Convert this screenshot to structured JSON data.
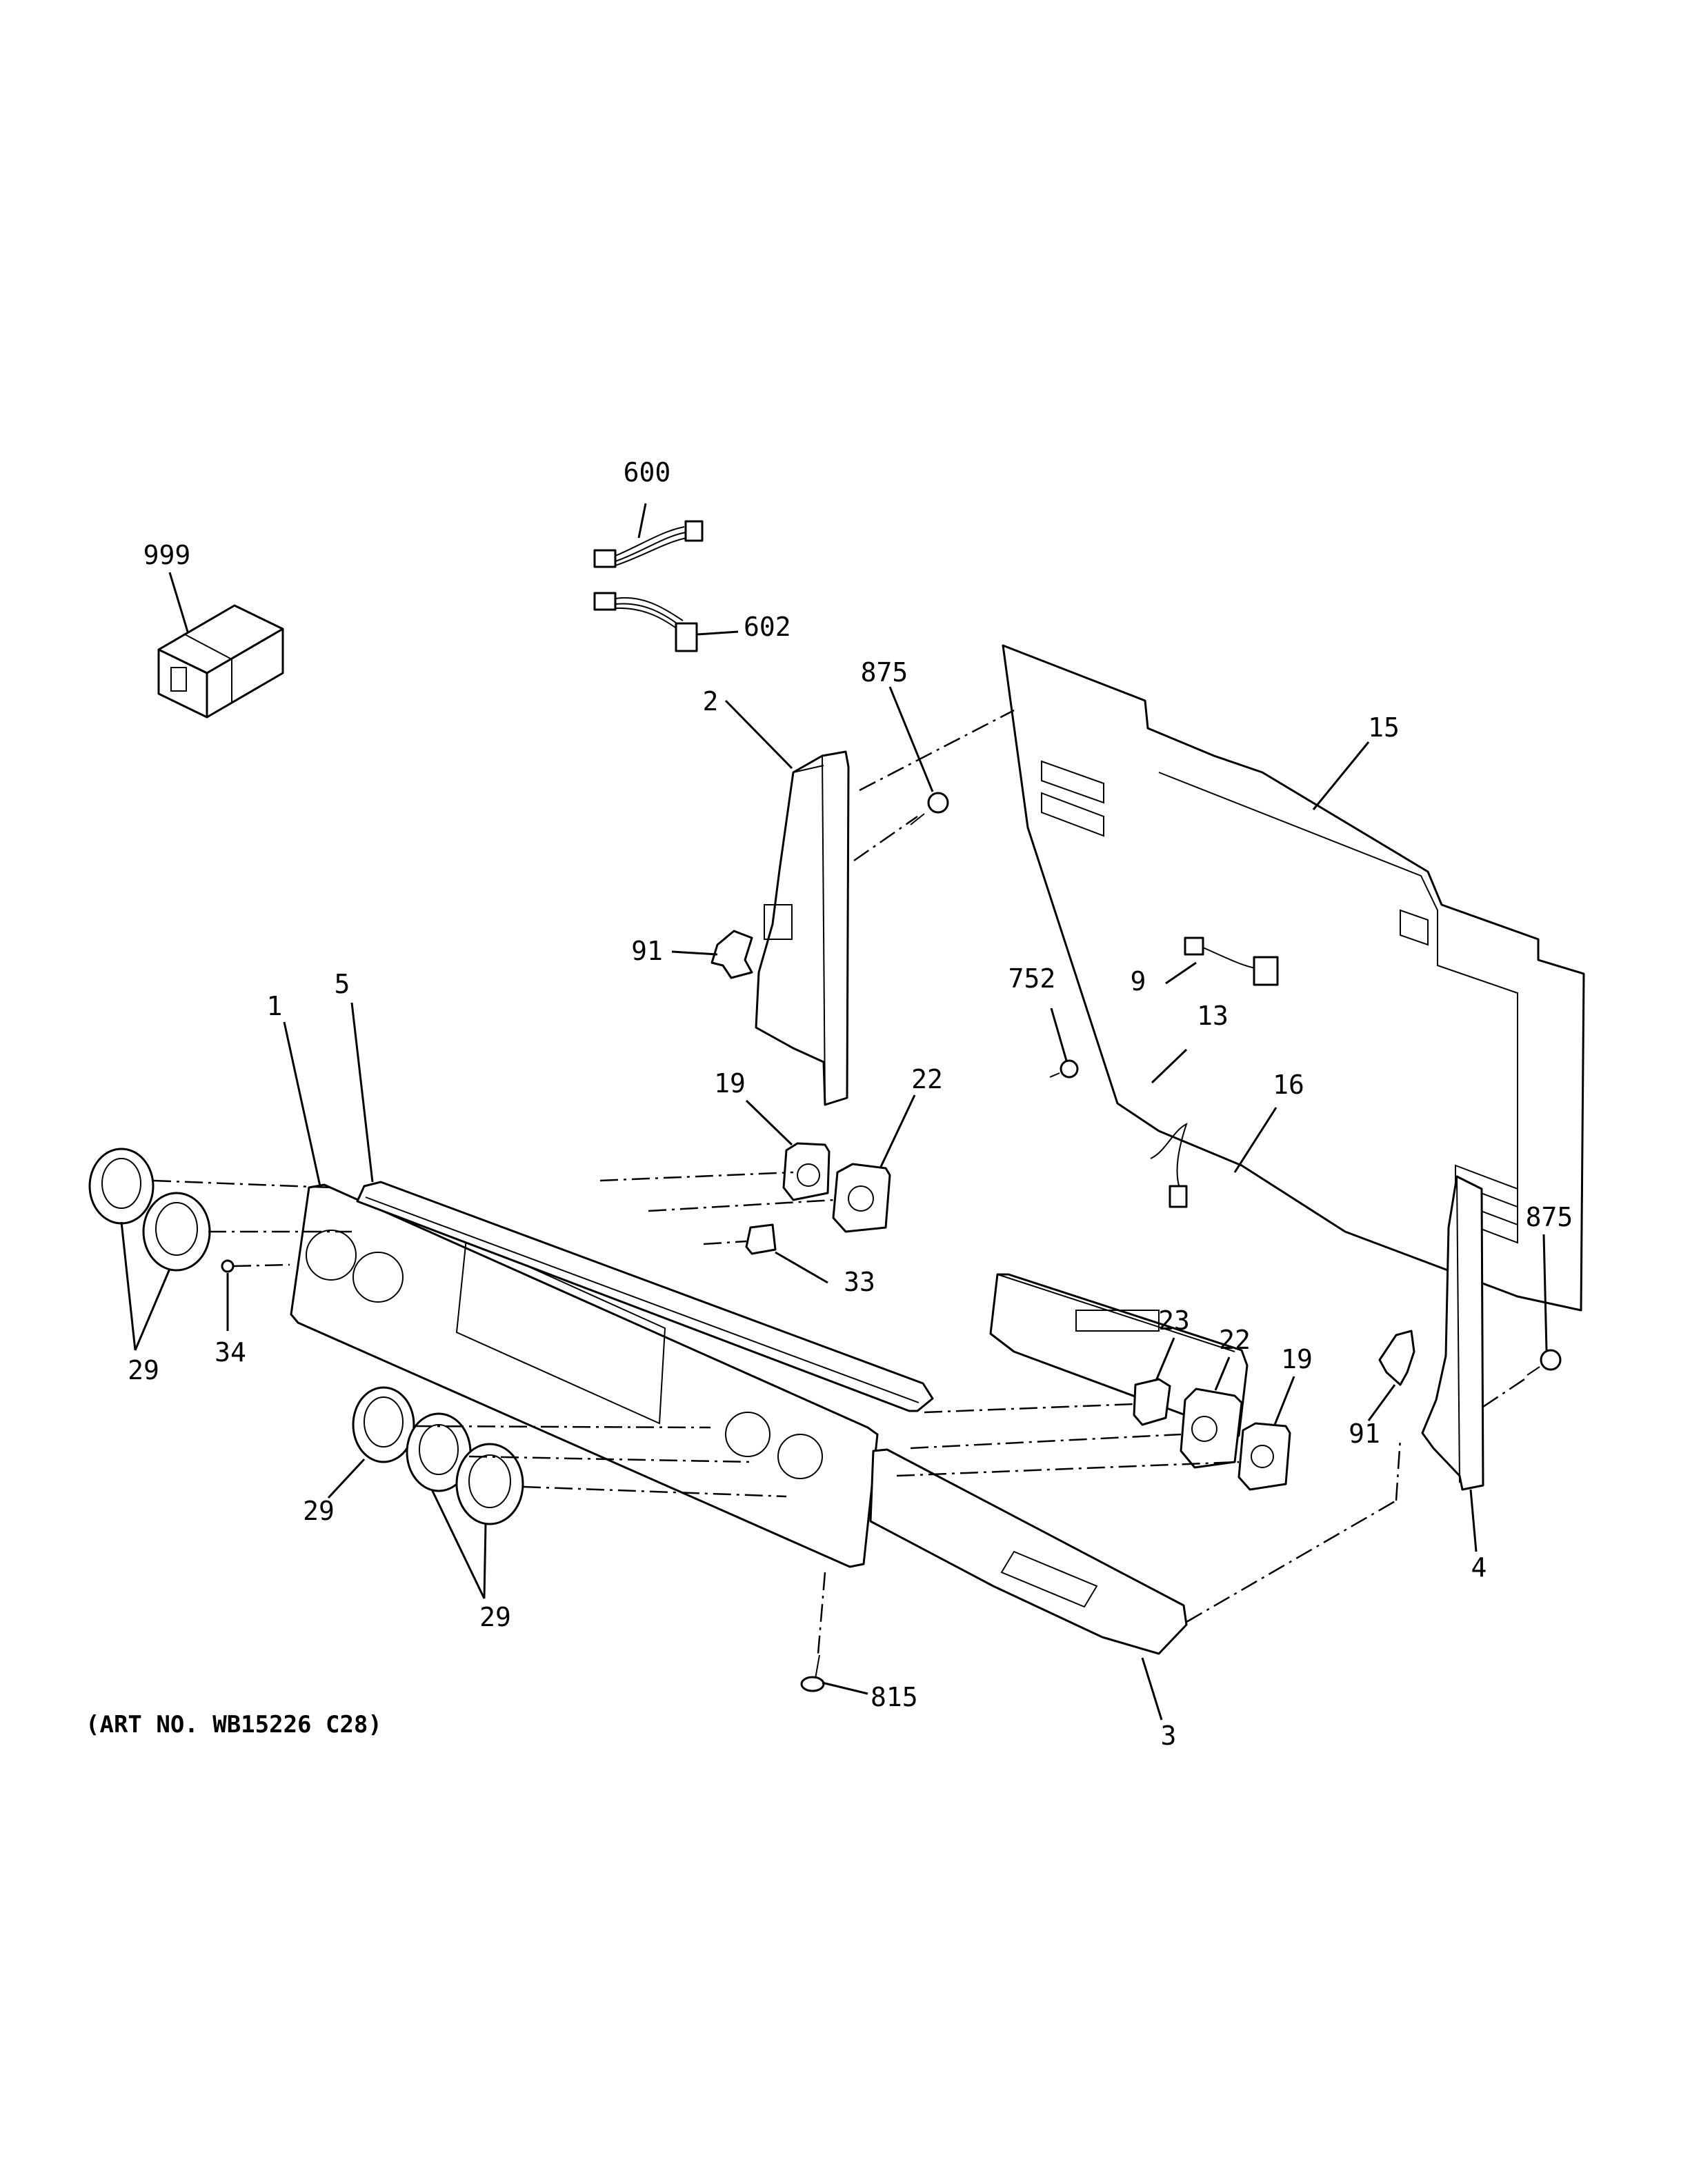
{
  "diagram": {
    "art_number": "(ART NO. WB15226 C28)",
    "callouts": {
      "c999": "999",
      "c600": "600",
      "c602": "602",
      "c875_top": "875",
      "c2": "2",
      "c15": "15",
      "c91_top": "91",
      "c1": "1",
      "c5": "5",
      "c752": "752",
      "c13": "13",
      "c9": "9",
      "c16": "16",
      "c19_top": "19",
      "c22_top": "22",
      "c33": "33",
      "c29_left": "29",
      "c34": "34",
      "c23": "23",
      "c22_bottom": "22",
      "c19_bottom": "19",
      "c875_right": "875",
      "c91_right": "91",
      "c4": "4",
      "c29_mid": "29",
      "c29_bottom": "29",
      "c815": "815",
      "c3": "3"
    }
  }
}
